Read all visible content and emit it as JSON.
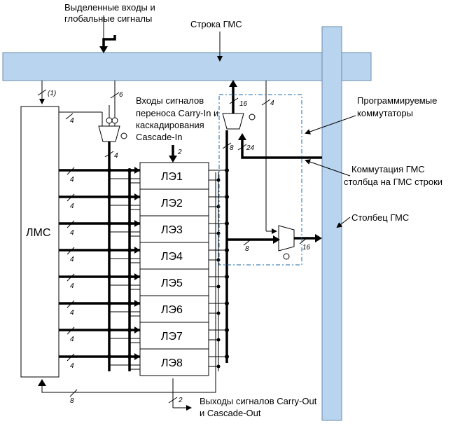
{
  "labels": {
    "dedicated_inputs_line1": "Выделенные входы и",
    "dedicated_inputs_line2": "глобальные сигналы",
    "row_label": "Строка ГМС",
    "carry_line1": "Входы сигналов",
    "carry_line2": "переноса Carry-In и",
    "carry_line3": "каскадирования",
    "carry_line4": "Cascade-In",
    "prog_line1": "Программируемые",
    "prog_line2": "коммутаторы",
    "comm_line1": "Коммутация ГМС",
    "comm_line2": "столбца на ГМС строки",
    "col_label": "Столбец ГМС",
    "lms": "ЛМС",
    "out_line1": "Выходы сигналов Carry-Out",
    "out_line2": "и Cascade-Out"
  },
  "le": [
    "ЛЭ1",
    "ЛЭ2",
    "ЛЭ3",
    "ЛЭ4",
    "ЛЭ5",
    "ЛЭ6",
    "ЛЭ7",
    "ЛЭ8"
  ],
  "bus_widths": {
    "global_in": "(1)",
    "row_down": "6",
    "mux_top_in": "16",
    "row_right": "4",
    "lms_to_mux": "4",
    "mux_out": "4",
    "carry_in": "2",
    "le_inputs": [
      "4",
      "4",
      "4",
      "4",
      "4",
      "4",
      "4",
      "4"
    ],
    "feedback": "8",
    "col_to_row": "24",
    "le_to_mux": "8",
    "mux_to_col": "16",
    "carry_out": "2",
    "lms_fb": "8"
  },
  "colors": {
    "bus_fill": "#b8d4ee",
    "bus_stroke": "#6a8caf",
    "dash_box": "#1a6aa8"
  }
}
